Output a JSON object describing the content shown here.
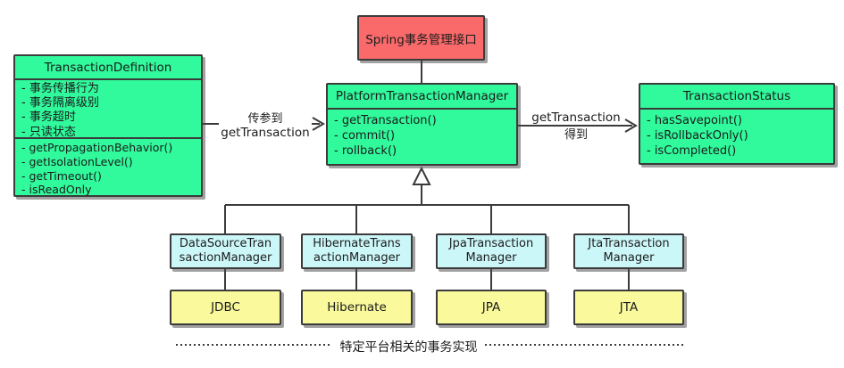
{
  "colors": {
    "interface_box": "#fa6a6a",
    "class_box": "#30fa9c",
    "impl_box": "#ccf7f9",
    "platform_box": "#fafa9d",
    "line": "#3b3b3b"
  },
  "top_interface": {
    "label": "Spring事务管理接口"
  },
  "transaction_definition": {
    "title": "TransactionDefinition",
    "fields": [
      "- 事务传播行为",
      "- 事务隔离级别",
      "- 事务超时",
      "- 只读状态"
    ],
    "methods": [
      "- getPropagationBehavior()",
      "- getIsolationLevel()",
      "- getTimeout()",
      "- isReadOnly"
    ]
  },
  "platform_transaction_manager": {
    "title": "PlatformTransactionManager",
    "methods": [
      "- getTransaction()",
      "- commit()",
      "- rollback()"
    ]
  },
  "transaction_status": {
    "title": "TransactionStatus",
    "methods": [
      "- hasSavepoint()",
      "- isRollbackOnly()",
      "- isCompleted()"
    ]
  },
  "left_arrow": {
    "label_top": "传参到",
    "label_bottom": "getTransaction"
  },
  "right_arrow": {
    "label_top": "getTransaction",
    "label_bottom": "得到"
  },
  "implementations": [
    {
      "manager_line1": "DataSourceTran",
      "manager_line2": "sactionManager",
      "platform": "JDBC"
    },
    {
      "manager_line1": "HibernateTrans",
      "manager_line2": "actionManager",
      "platform": "Hibernate"
    },
    {
      "manager_line1": "JpaTransaction",
      "manager_line2": "Manager",
      "platform": "JPA"
    },
    {
      "manager_line1": "JtaTransaction",
      "manager_line2": "Manager",
      "platform": "JTA"
    }
  ],
  "caption": "特定平台相关的事务实现"
}
